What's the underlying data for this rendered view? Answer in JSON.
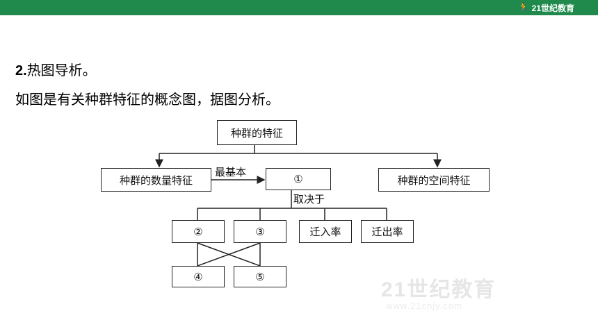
{
  "header": {
    "logo_text": "21世纪教育",
    "color": "#1f8a4c"
  },
  "content": {
    "heading_number": "2.",
    "heading_text": "热图导析。",
    "intro": "如图是有关种群特征的概念图，据图分析。"
  },
  "diagram": {
    "root": "种群的特征",
    "left": "种群的数量特征",
    "right": "种群的空间特征",
    "edge_label_1": "最基本",
    "node_1": "①",
    "edge_label_2": "取决于",
    "node_2": "②",
    "node_3": "③",
    "node_immigration": "迁入率",
    "node_emigration": "迁出率",
    "node_4": "④",
    "node_5": "⑤"
  },
  "watermark": {
    "text": "21世纪教育",
    "url": "www.21cnjy.com"
  }
}
